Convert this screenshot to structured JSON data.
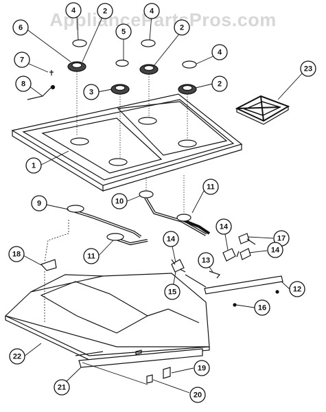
{
  "watermark": "AppliancePartsPros.com",
  "callouts": [
    {
      "id": "c4a",
      "label": "4"
    },
    {
      "id": "c2a",
      "label": "2"
    },
    {
      "id": "c4b",
      "label": "4"
    },
    {
      "id": "c6",
      "label": "6"
    },
    {
      "id": "c5",
      "label": "5"
    },
    {
      "id": "c2b",
      "label": "2"
    },
    {
      "id": "c7",
      "label": "7"
    },
    {
      "id": "c4c",
      "label": "4"
    },
    {
      "id": "c23",
      "label": "23"
    },
    {
      "id": "c8",
      "label": "8"
    },
    {
      "id": "c3",
      "label": "3"
    },
    {
      "id": "c2c",
      "label": "2"
    },
    {
      "id": "c1",
      "label": "1"
    },
    {
      "id": "c11a",
      "label": "11"
    },
    {
      "id": "c9",
      "label": "9"
    },
    {
      "id": "c10",
      "label": "10"
    },
    {
      "id": "c14a",
      "label": "14"
    },
    {
      "id": "c17",
      "label": "17"
    },
    {
      "id": "c18",
      "label": "18"
    },
    {
      "id": "c11b",
      "label": "11"
    },
    {
      "id": "c14b",
      "label": "14"
    },
    {
      "id": "c13",
      "label": "13"
    },
    {
      "id": "c14c",
      "label": "14"
    },
    {
      "id": "c15",
      "label": "15"
    },
    {
      "id": "c12",
      "label": "12"
    },
    {
      "id": "c16",
      "label": "16"
    },
    {
      "id": "c22",
      "label": "22"
    },
    {
      "id": "c19",
      "label": "19"
    },
    {
      "id": "c21",
      "label": "21"
    },
    {
      "id": "c20",
      "label": "20"
    }
  ]
}
